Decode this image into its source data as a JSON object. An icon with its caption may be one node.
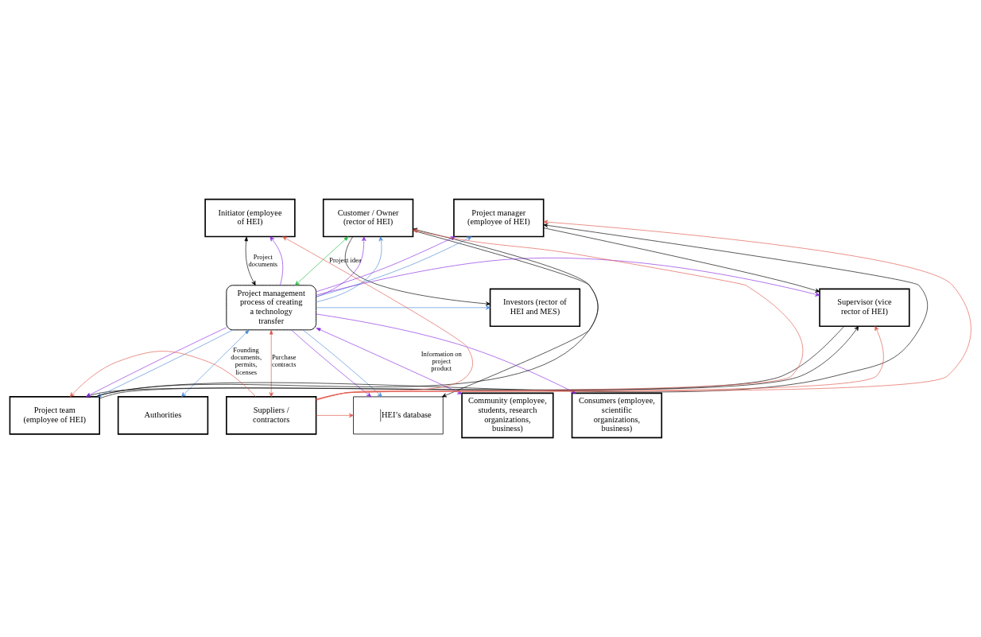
{
  "diagram": {
    "nodes": [
      {
        "text": [
          "Initiator (employee of HEI)"
        ]
      },
      {
        "text": [
          "Customer / Owner (rector of HEI)"
        ]
      },
      {
        "text": [
          "Project manager (employee of HEI)"
        ]
      },
      {
        "text": [
          "Supervisor (vice rector of HEI)"
        ]
      },
      {
        "text": [
          "Investors (rector of HEI and MES)"
        ]
      },
      {
        "text": [
          "Project management process of creating a technology transfer"
        ]
      },
      {
        "text": [
          "Project team (employee of HEI)"
        ]
      },
      {
        "text": [
          "Authorities"
        ]
      },
      {
        "text": [
          "Suppliers / contractors"
        ]
      },
      {
        "text": [
          "HEI’s database"
        ]
      },
      {
        "text": [
          "Community (employee, students, research organizations, business)"
        ]
      },
      {
        "text": [
          "Consumers (employee, scientific organizations, business)"
        ]
      }
    ],
    "edges": [
      {
        "from": 0,
        "to": 5,
        "arrow": "both",
        "label": "Project documents"
      },
      {
        "from": 1,
        "to": 5,
        "arrow": "both",
        "label": "Project idea",
        "color": "#22bb44"
      },
      {
        "from": 5,
        "to": 8,
        "arrow": "both",
        "label": "Purchase contracts",
        "color": "#e0564a"
      },
      {
        "from": 8,
        "to": 6,
        "arrow": "to",
        "color": "#e0564a"
      },
      {
        "from": 8,
        "to": 0,
        "arrow": "to",
        "color": "#e0564a"
      },
      {
        "from": 8,
        "to": 1,
        "arrow": "to",
        "color": "#e0564a"
      },
      {
        "from": 8,
        "to": 3,
        "arrow": "to",
        "color": "#e0564a"
      },
      {
        "from": 8,
        "to": 2,
        "arrow": "to",
        "color": "#e0564a"
      },
      {
        "from": 8,
        "to": 9,
        "arrow": "to",
        "color": "#e0564a"
      },
      {
        "from": 5,
        "to": 10,
        "arrow": "both",
        "label": "Information on project product",
        "color": "#8a2be2"
      },
      {
        "from": 5,
        "to": 11,
        "arrow": "to",
        "color": "#8a2be2"
      },
      {
        "from": 5,
        "to": 9,
        "arrow": "to",
        "color": "#8a2be2"
      },
      {
        "from": 5,
        "to": 6,
        "arrow": "to",
        "color": "#8a2be2"
      },
      {
        "from": 5,
        "to": 0,
        "arrow": "to",
        "color": "#8a2be2"
      },
      {
        "from": 5,
        "to": 1,
        "arrow": "to",
        "color": "#8a2be2"
      },
      {
        "from": 5,
        "to": 2,
        "arrow": "to",
        "color": "#8a2be2"
      },
      {
        "from": 5,
        "to": 3,
        "arrow": "to",
        "color": "#8a2be2"
      },
      {
        "from": 5,
        "to": 7,
        "arrow": "both",
        "label": "Founding documents, permits, licenses",
        "color": "#4a8ad8"
      },
      {
        "from": 5,
        "to": 1,
        "arrow": "to",
        "color": "#4a8ad8"
      },
      {
        "from": 5,
        "to": 2,
        "arrow": "to",
        "color": "#4a8ad8"
      },
      {
        "from": 5,
        "to": 4,
        "arrow": "to",
        "color": "#4a8ad8"
      },
      {
        "from": 5,
        "to": 6,
        "arrow": "to",
        "color": "#4a8ad8"
      },
      {
        "from": 5,
        "to": 9,
        "arrow": "to",
        "color": "#4a8ad8"
      },
      {
        "from": 2,
        "to": 3,
        "arrow": "to"
      },
      {
        "from": 6,
        "to": 2,
        "arrow": "to"
      },
      {
        "from": 3,
        "to": 6,
        "arrow": "to"
      },
      {
        "from": 6,
        "to": 3,
        "arrow": "to"
      },
      {
        "from": 6,
        "to": 1,
        "arrow": "to"
      },
      {
        "from": 1,
        "to": 4,
        "arrow": "to"
      },
      {
        "from": 1,
        "to": 9,
        "arrow": "to"
      }
    ]
  }
}
